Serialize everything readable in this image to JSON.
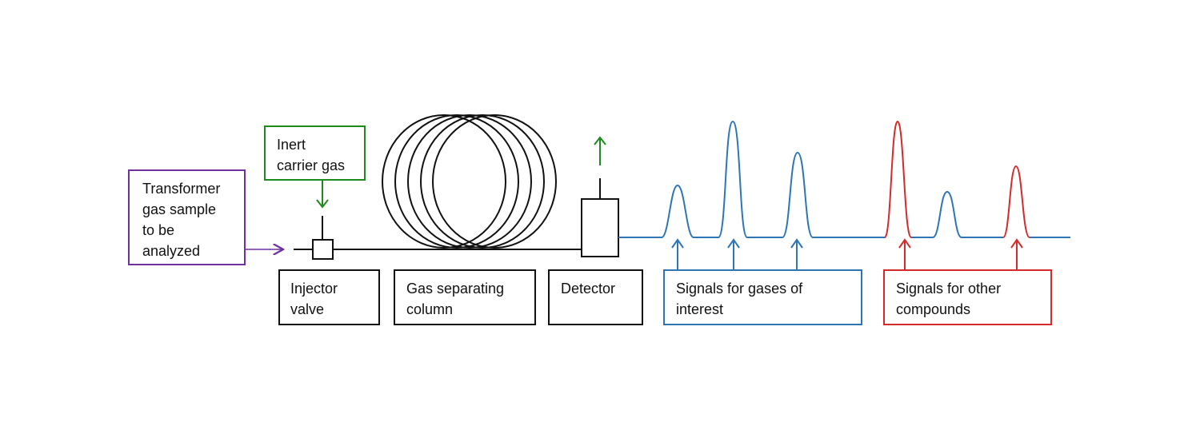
{
  "labels": {
    "sample": "Transformer\ngas sample\nto be\nanalyzed",
    "carrier": "Inert\ncarrier gas",
    "injector": "Injector\nvalve",
    "column": "Gas separating\ncolumn",
    "detector": "Detector",
    "interest": "Signals for gases of\ninterest",
    "other": "Signals for other\ncompounds"
  },
  "colors": {
    "sample": "#7030a0",
    "carrier": "#1e8a1e",
    "interest": "#2e75b6",
    "other": "#d42a2a",
    "outline": "#111111"
  },
  "signal": {
    "peaks_of_interest": 3,
    "peaks_other": 3,
    "peaks_other_highlighted": 2
  }
}
